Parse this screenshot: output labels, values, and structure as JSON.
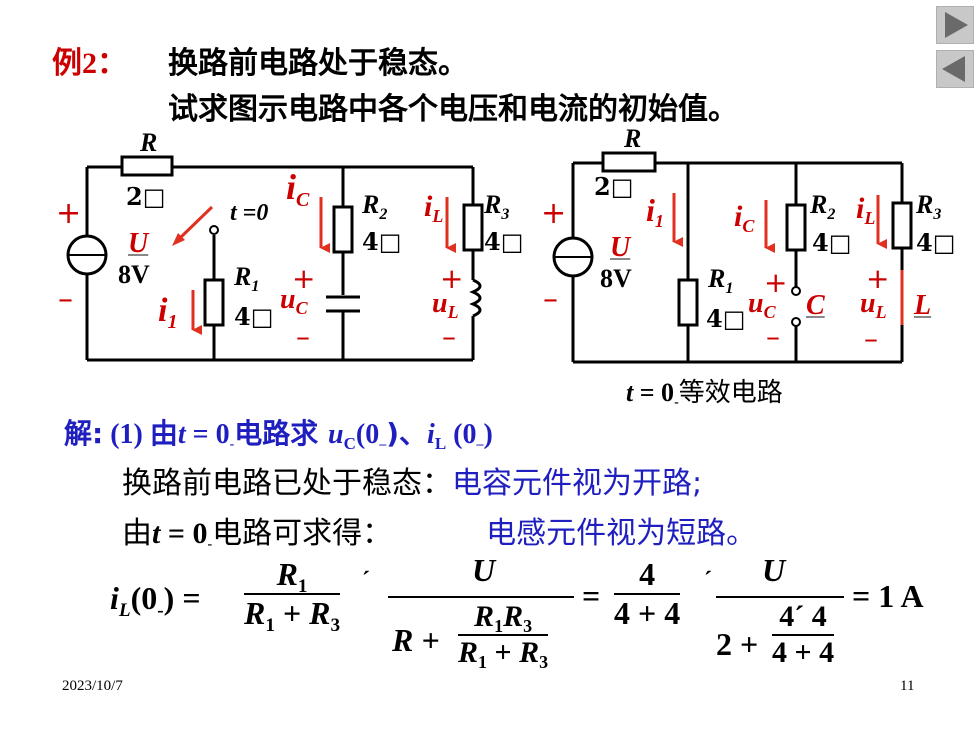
{
  "header": {
    "example_label": "例2：",
    "line1": "换路前电路处于稳态。",
    "line2": "试求图示电路中各个电压和电流的初始值。"
  },
  "nav": {
    "next_icon": "play-right-icon",
    "prev_icon": "play-left-icon"
  },
  "circuit_left": {
    "R_label": "R",
    "R_value": "2□",
    "switch_label": "t =0",
    "U_label": "U",
    "U_value": "8V",
    "plus": "+",
    "minus": "–",
    "iC": "i",
    "iC_sub": "C",
    "i1": "i",
    "i1_sub": "1",
    "R1": "R",
    "R1_sub": "1",
    "R1_value": "4□",
    "uC": "u",
    "uC_sub": "C",
    "R2": "R",
    "R2_sub": "2",
    "R2_value": "4□",
    "iL": "i",
    "iL_sub": "L",
    "R3": "R",
    "R3_sub": "3",
    "R3_value": "4□",
    "uL": "u",
    "uL_sub": "L"
  },
  "circuit_right": {
    "R_label": "R",
    "R_value": "2□",
    "U_label": "U",
    "U_value": "8V",
    "plus": "+",
    "minus": "–",
    "i1": "i",
    "i1_sub": "1",
    "iC": "i",
    "iC_sub": "C",
    "R1": "R",
    "R1_sub": "1",
    "R1_value": "4□",
    "uC": "u",
    "uC_sub": "C",
    "C_label": "C",
    "R2": "R",
    "R2_sub": "2",
    "R2_value": "4□",
    "iL": "i",
    "iL_sub": "L",
    "R3": "R",
    "R3_sub": "3",
    "R3_value": "4□",
    "uL": "u",
    "uL_sub": "L",
    "L_label": "L",
    "caption_t": "t",
    "caption_eq": " = 0",
    "caption_sub": "-",
    "caption_text": "等效电路"
  },
  "solution": {
    "jie": "解:",
    "step": " (1) 由",
    "t": "t",
    "eq0": " = 0",
    "sub_minus": "-",
    "text1": "电路求 ",
    "u": "u",
    "u_sub": "C",
    "arg1": "(0",
    "arg1_sub": "–",
    "arg1_end": ")、",
    "i": "i",
    "i_sub": "L",
    "arg2": " (0",
    "arg2_sub": "–",
    "arg2_end": ")"
  },
  "lines": {
    "l1_black": "换路前电路已处于稳态：",
    "l1_blue": "电容元件视为开路;",
    "l2_prefix": "由",
    "l2_t": "t",
    "l2_eq": " = 0",
    "l2_sub": "-",
    "l2_black": "电路可求得：",
    "l2_blue": "电感元件视为短路。"
  },
  "formula": {
    "lhs_i": "i",
    "lhs_sub": "L",
    "lhs_arg": "(0",
    "lhs_arg_sub": "-",
    "lhs_end": ") =",
    "f1_num": "R",
    "f1_num_sub": "1",
    "f1_den_a": "R",
    "f1_den_a_sub": "1",
    "f1_den_plus": " + ",
    "f1_den_b": "R",
    "f1_den_b_sub": "3",
    "times1": "´",
    "f2_num": "U",
    "f2_den_R": "R +",
    "f2_inner_num_a": "R",
    "f2_inner_num_a_sub": "1",
    "f2_inner_num_b": "R",
    "f2_inner_num_b_sub": "3",
    "f2_inner_den_a": "R",
    "f2_inner_den_a_sub": "1",
    "f2_inner_den_plus": " + ",
    "f2_inner_den_b": "R",
    "f2_inner_den_b_sub": "3",
    "eq2": "=",
    "f3_num": "4",
    "f3_den": "4 + 4",
    "times2": "´",
    "f4_num": "U",
    "f4_den_a": "2 +",
    "f4_inner_num": "4´ 4",
    "f4_inner_den": "4 + 4",
    "result": "= 1 A"
  },
  "footer": {
    "date": "2023/10/7",
    "page": "11"
  }
}
